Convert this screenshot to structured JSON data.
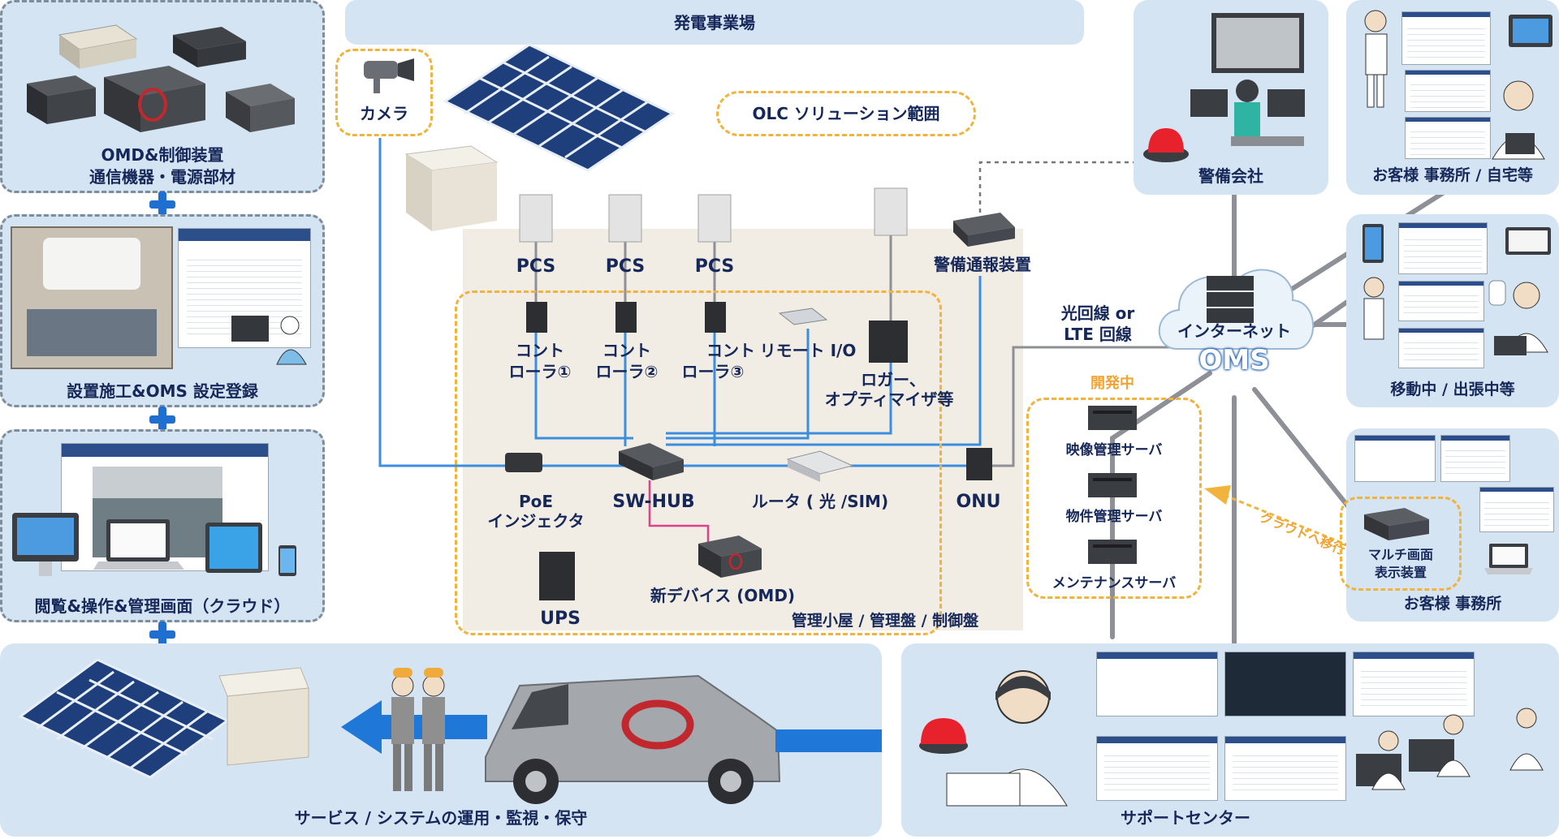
{
  "left": {
    "omd_label_1": "OMD&制御装置",
    "omd_label_2": "通信機器・電源部材",
    "install_label": "設置施工&OMS 設定登録",
    "view_label": "閲覧&操作&管理画面（クラウド）",
    "service_label": "サービス / システムの運用・監視・保守"
  },
  "site": {
    "title": "発電事業場",
    "olc_label": "OLC ソリューション範囲",
    "camera": "カメラ",
    "pcs": [
      "PCS",
      "PCS",
      "PCS"
    ],
    "controllers": [
      {
        "l1": "コント",
        "l2": "ローラ①"
      },
      {
        "l1": "コント",
        "l2": "ローラ②"
      },
      {
        "l1": "コント",
        "l2": "ローラ③"
      }
    ],
    "remote_io": "リモート I/O",
    "logger_1": "ロガー、",
    "logger_2": "オプティマイザ等",
    "security_device": "警備通報装置",
    "poe_1": "PoE",
    "poe_2": "インジェクタ",
    "swhub": "SW-HUB",
    "router": "ルータ ( 光 /SIM)",
    "onu": "ONU",
    "new_device": "新デバイス (OMD)",
    "ups": "UPS",
    "hut_label": "管理小屋 / 管理盤 / 制御盤"
  },
  "network": {
    "line_1": "光回線 or",
    "line_2": "LTE 回線",
    "internet": "インターネット",
    "oms": "OMS",
    "dev_label": "開発中",
    "servers": [
      "映像管理サーバ",
      "物件管理サーバ",
      "メンテナンスサーバ"
    ],
    "migrate": "クラウドへ移行"
  },
  "right": {
    "security_company": "警備会社",
    "office_home": "お客様 事務所 / 自宅等",
    "mobile": "移動中 / 出張中等",
    "multi_1": "マルチ画面",
    "multi_2": "表示装置",
    "customer_office": "お客様 事務所",
    "support": "サポートセンター"
  },
  "colors": {
    "panel": "#d4e4f2",
    "navy_text": "#16285a",
    "orange_dash": "#f2b33d",
    "lan_line": "#3a8de0",
    "pink_line": "#e0408a",
    "arrow_blue": "#1f78d8"
  }
}
